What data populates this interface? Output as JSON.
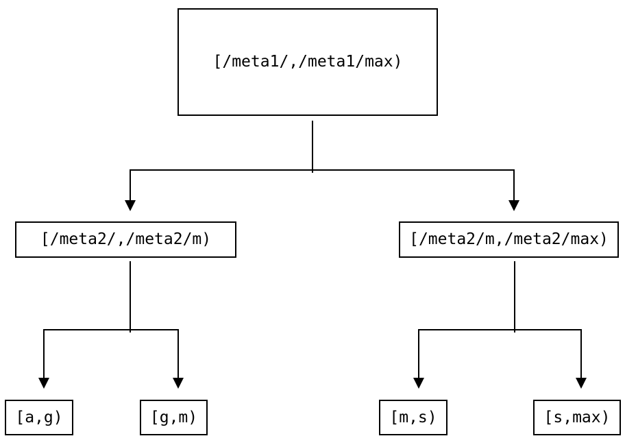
{
  "diagram": {
    "type": "tree",
    "description": "Binary tree of half-open key ranges",
    "colors": {
      "line": "#000000",
      "box_border": "#000000",
      "box_bg": "#ffffff",
      "text": "#000000",
      "background": "#ffffff"
    },
    "root": {
      "label": "[/meta1/,/meta1/max)"
    },
    "level2": [
      {
        "label": "[/meta2/,/meta2/m)",
        "parent": "root"
      },
      {
        "label": "[/meta2/m,/meta2/max)",
        "parent": "root"
      }
    ],
    "leaves": [
      {
        "label": "[a,g)",
        "parent": "level2.0"
      },
      {
        "label": "[g,m)",
        "parent": "level2.0"
      },
      {
        "label": "[m,s)",
        "parent": "level2.1"
      },
      {
        "label": "[s,max)",
        "parent": "level2.1"
      }
    ]
  }
}
